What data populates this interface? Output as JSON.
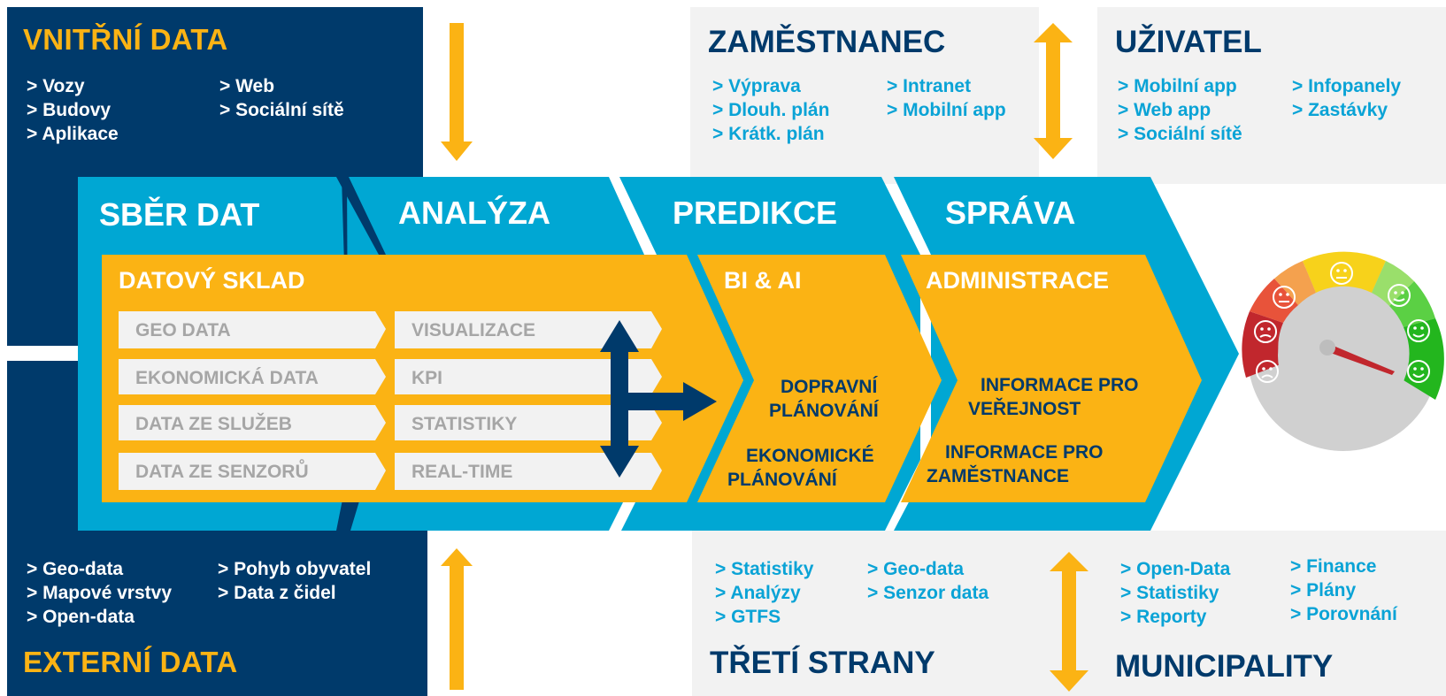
{
  "internal": {
    "title": "VNITŘNÍ DATA",
    "col1": [
      "> Vozy",
      "> Budovy",
      "> Aplikace"
    ],
    "col2": [
      "> Web",
      "> Sociální sítě"
    ]
  },
  "external": {
    "title": "EXTERNÍ DATA",
    "col1": [
      "> Geo-data",
      "> Mapové vrstvy",
      "> Open-data"
    ],
    "col2": [
      "> Pohyb obyvatel",
      "> Data z čidel"
    ]
  },
  "employee": {
    "title": "ZAMĚSTNANEC",
    "col1": [
      "> Výprava",
      "> Dlouh. plán",
      "> Krátk. plán"
    ],
    "col2": [
      "> Intranet",
      "> Mobilní app"
    ]
  },
  "user": {
    "title": "UŽIVATEL",
    "col1": [
      "> Mobilní app",
      "> Web app",
      "> Sociální sítě"
    ],
    "col2": [
      "> Infopanely",
      "> Zastávky"
    ]
  },
  "third": {
    "title": "TŘETÍ STRANY",
    "col1": [
      "> Statistiky",
      "> Analýzy",
      "> GTFS"
    ],
    "col2": [
      "> Geo-data",
      "> Senzor  data"
    ]
  },
  "municipality": {
    "title": "MUNICIPALITY",
    "col1": [
      "> Open-Data",
      "> Statistiky",
      "> Reporty"
    ],
    "col2": [
      "> Finance",
      "> Plány",
      "> Porovnání"
    ]
  },
  "stages": {
    "collect": "SBĚR DAT",
    "analysis": "ANALÝZA",
    "prediction": "PREDIKCE",
    "management": "SPRÁVA"
  },
  "warehouse": {
    "title": "DATOVÝ SKLAD",
    "sources": [
      "GEO DATA",
      "EKONOMICKÁ DATA",
      "DATA ZE SLUŽEB",
      "DATA ZE SENZORŮ"
    ],
    "outputs": [
      "VISUALIZACE",
      "KPI",
      "STATISTIKY",
      "REAL-TIME"
    ]
  },
  "bi": {
    "title": "BI & AI",
    "line1": "DOPRAVNÍ",
    "line2": "PLÁNOVÁNÍ",
    "line3": "EKONOMICKÉ",
    "line4": "PLÁNOVÁNÍ"
  },
  "admin": {
    "title": "ADMINISTRACE",
    "line1": "INFORMACE PRO",
    "line2": "VEŘEJNOST",
    "line3": "INFORMACE PRO",
    "line4": "ZAMĚSTNANCE"
  },
  "colors": {
    "navy": "#003a6b",
    "cyan": "#00a7d3",
    "orange": "#fbb314",
    "light_grey": "#f2f2f2",
    "label_grey": "#a6a6a6"
  },
  "gauge": {
    "faces": [
      "angry-face-icon",
      "sad-face-icon",
      "frown-face-icon",
      "neutral-face-icon",
      "smile-face-icon",
      "happy-face-icon",
      "grin-face-icon"
    ],
    "level": 0.9
  }
}
